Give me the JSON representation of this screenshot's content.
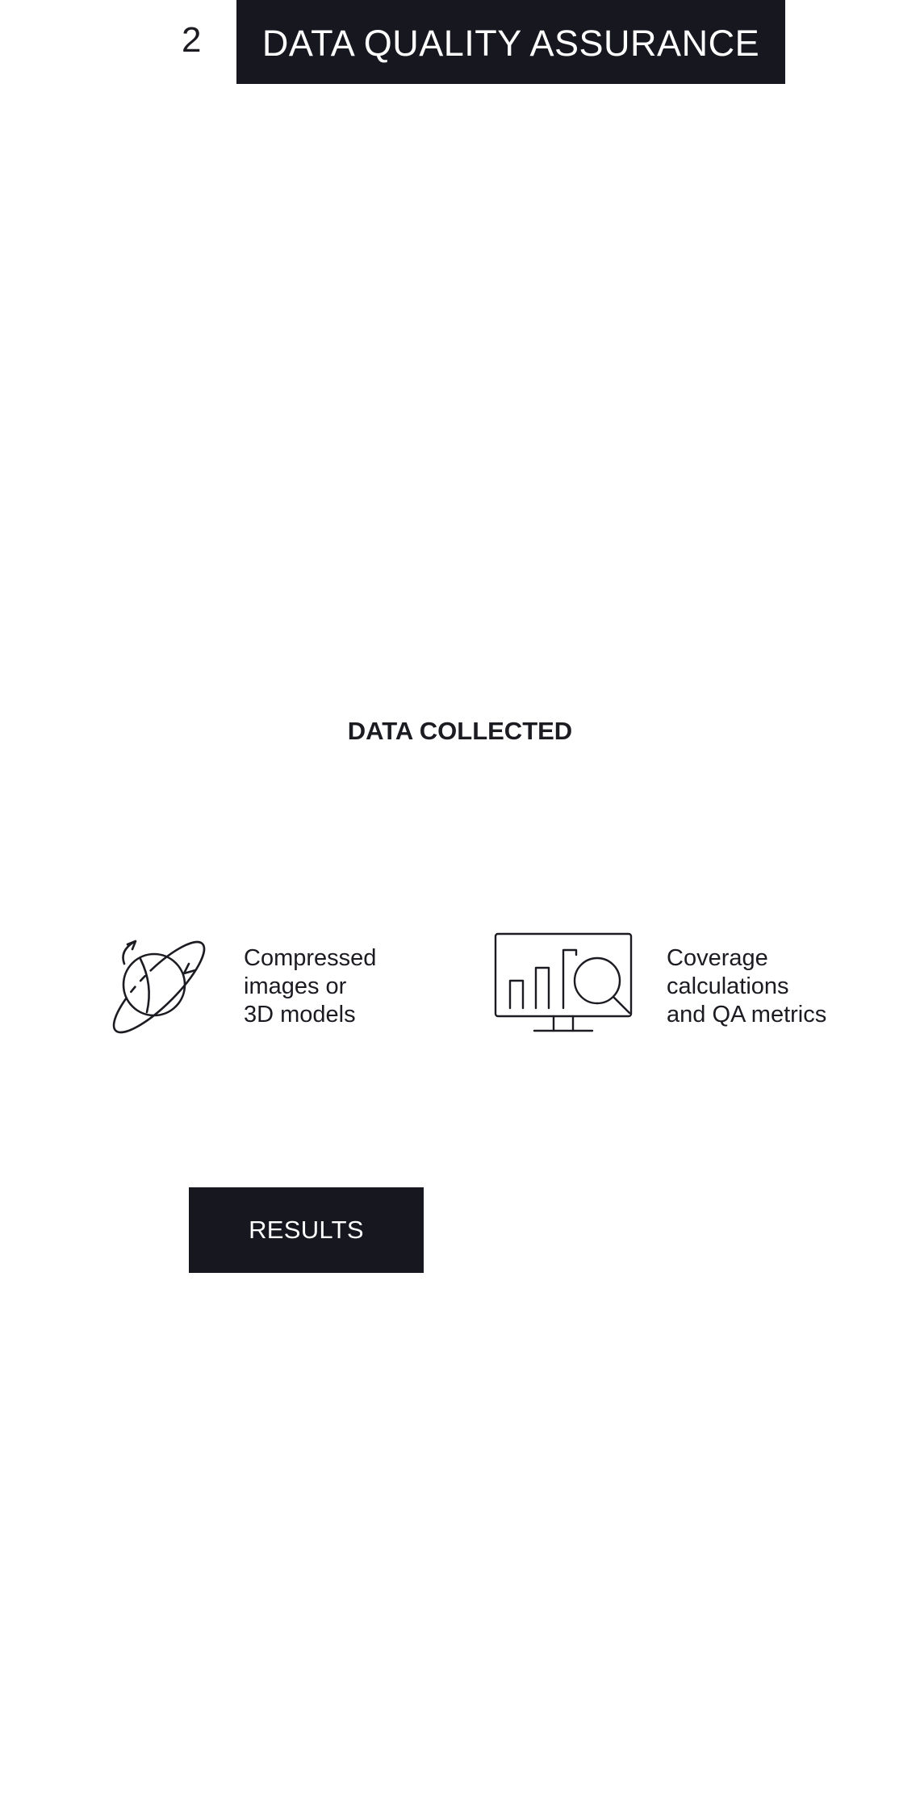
{
  "header": {
    "step_number": "2",
    "title": "DATA QUALITY ASSURANCE"
  },
  "section": {
    "heading": "DATA COLLECTED"
  },
  "items": [
    {
      "icon": "orbit-globe-icon",
      "lines": [
        "Compressed",
        "images or",
        "3D models"
      ]
    },
    {
      "icon": "monitor-chart-magnifier-icon",
      "lines": [
        "Coverage",
        "calculations",
        "and QA metrics"
      ]
    }
  ],
  "results_button": {
    "label": "RESULTS"
  },
  "colors": {
    "banner_background": "#17171f",
    "text": "#1b1b22",
    "background": "#ffffff"
  }
}
